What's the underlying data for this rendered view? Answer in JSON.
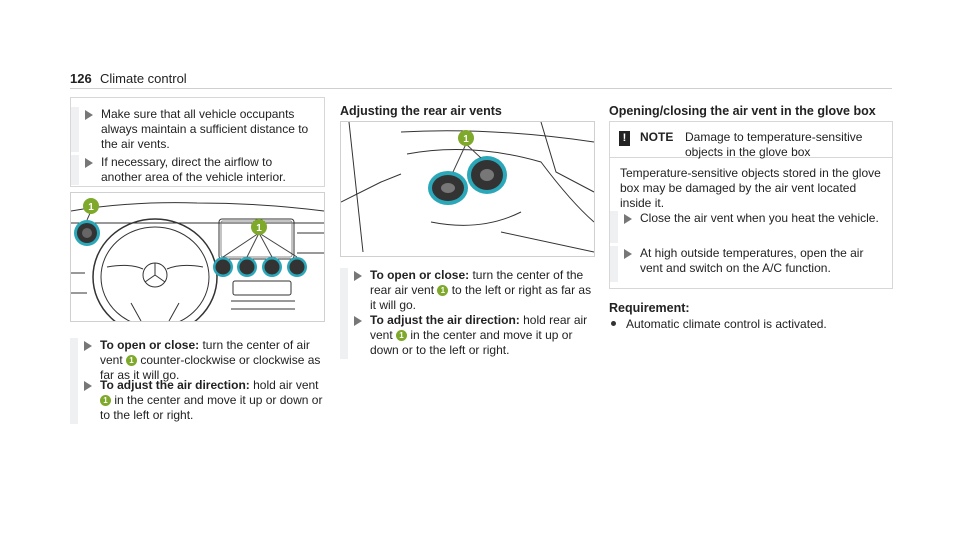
{
  "header": {
    "page_number": "126",
    "chapter": "Climate control"
  },
  "col1": {
    "tips": [
      "Make sure that all vehicle occupants always maintain a sufficient distance to the air vents.",
      "If necessary, direct the airflow to another area of the vehicle interior."
    ],
    "figure_callouts": [
      "1",
      "1"
    ],
    "open_close": {
      "label": "To open or close:",
      "text_a": " turn the center of air vent ",
      "badge": "1",
      "text_b": " counter-clockwise or clockwise as far as it will go."
    },
    "adjust": {
      "label": "To adjust the air direction:",
      "text_a": " hold air vent ",
      "badge": "1",
      "text_b": " in the center and move it up or down or to the left or right."
    }
  },
  "col2": {
    "title": "Adjusting the rear air vents",
    "figure_callout": "1",
    "open_close": {
      "label": "To open or close:",
      "text_a": " turn the center of the rear air vent ",
      "badge": "1",
      "text_b": " to the left or right as far as it will go."
    },
    "adjust": {
      "label": "To adjust the air direction:",
      "text_a": " hold rear air vent ",
      "badge": "1",
      "text_b": " in the center and move it up or down or to the left or right."
    }
  },
  "col3": {
    "title": "Opening/closing the air vent in the glove box",
    "note": {
      "icon": "!",
      "label": "NOTE",
      "text": "Damage to temperature-sensitive objects in the glove box",
      "body": "Temperature-sensitive objects stored in the glove box may be damaged by the air vent located inside it.",
      "steps": [
        "Close the air vent when you heat the vehicle.",
        "At high outside temperatures, open the air vent and switch on the A/C function."
      ]
    },
    "requirement": {
      "title": "Requirement:",
      "item": "Automatic climate control is activated."
    }
  },
  "colors": {
    "badge": "#7ea92a",
    "vent_ring": "#2aa7b8",
    "step_bar": "#eef0f1"
  }
}
